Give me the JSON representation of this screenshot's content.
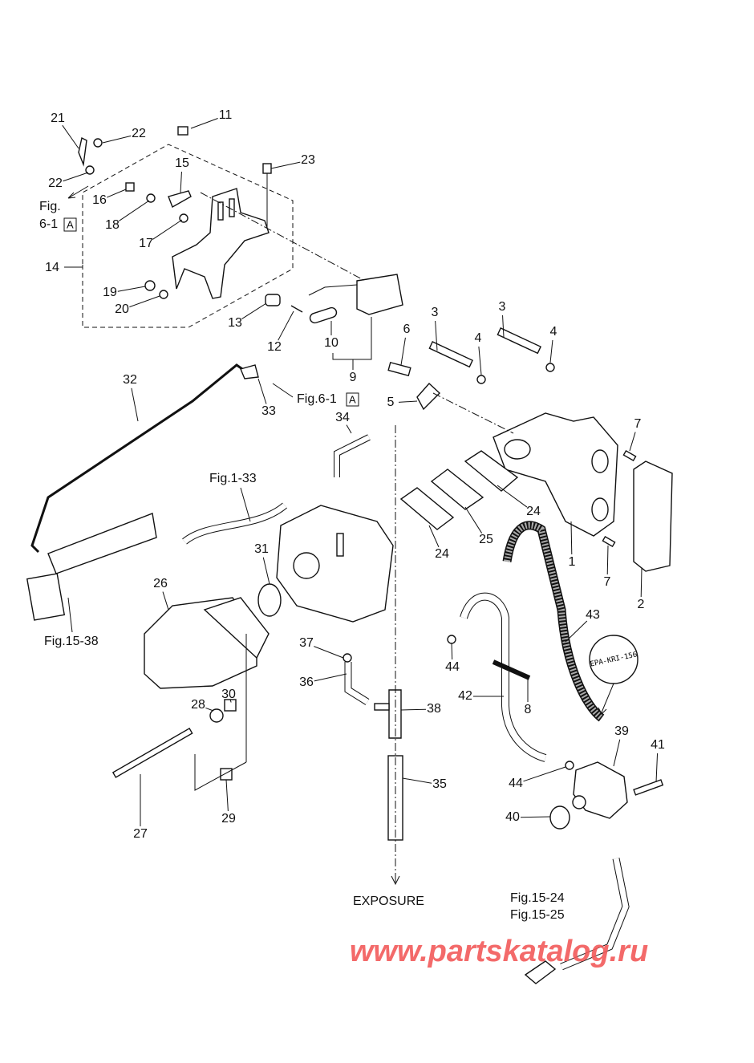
{
  "callouts": [
    "21",
    "22",
    "22",
    "11",
    "23",
    "15",
    "16",
    "18",
    "17",
    "14",
    "19",
    "20",
    "13",
    "12",
    "10",
    "9",
    "3",
    "3",
    "6",
    "4",
    "4",
    "5",
    "7",
    "7",
    "32",
    "33",
    "34",
    "24",
    "25",
    "24",
    "1",
    "2",
    "31",
    "26",
    "43",
    "37",
    "44",
    "36",
    "42",
    "8",
    "38",
    "39",
    "41",
    "30",
    "28",
    "35",
    "44",
    "40",
    "29",
    "27"
  ],
  "references": {
    "fig_6_1_left_a": "Fig.",
    "fig_6_1_left_b": "6-1",
    "fig_6_1_box": "A",
    "fig_6_1_right": "Fig.6-1",
    "fig_6_1_right_box": "A",
    "fig_1_33": "Fig.1-33",
    "fig_15_38": "Fig.15-38",
    "exposure": "EXPOSURE",
    "fig_15_24": "Fig.15-24",
    "fig_15_25": "Fig.15-25"
  },
  "hose_marking": "EPA-KRI-156",
  "watermark": "www.partskatalog.ru",
  "colors": {
    "line": "#111111",
    "watermark": "#f25a5a"
  }
}
